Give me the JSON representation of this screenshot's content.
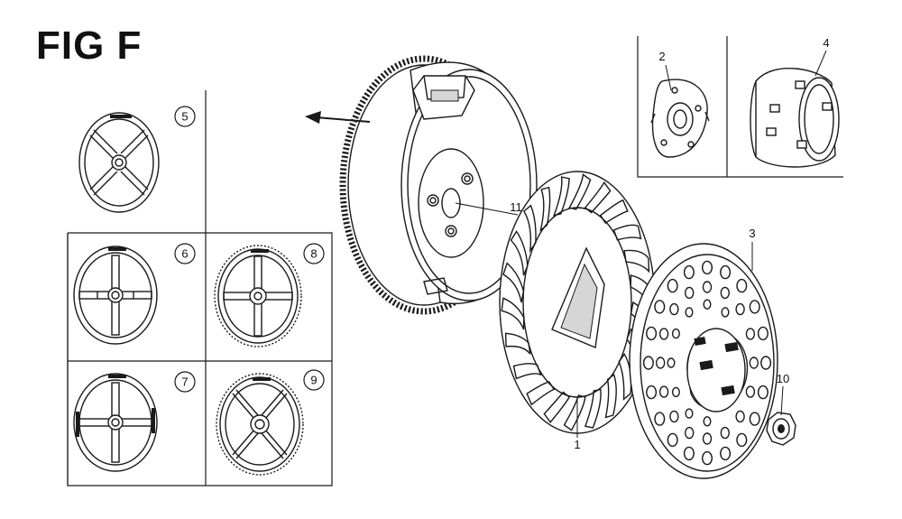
{
  "title": "FIG F",
  "callouts": {
    "c1": "1",
    "c2": "2",
    "c3": "3",
    "c4": "4",
    "c5": "5",
    "c6": "6",
    "c7": "7",
    "c8": "8",
    "c9": "9",
    "c10": "10",
    "c11": "11"
  }
}
